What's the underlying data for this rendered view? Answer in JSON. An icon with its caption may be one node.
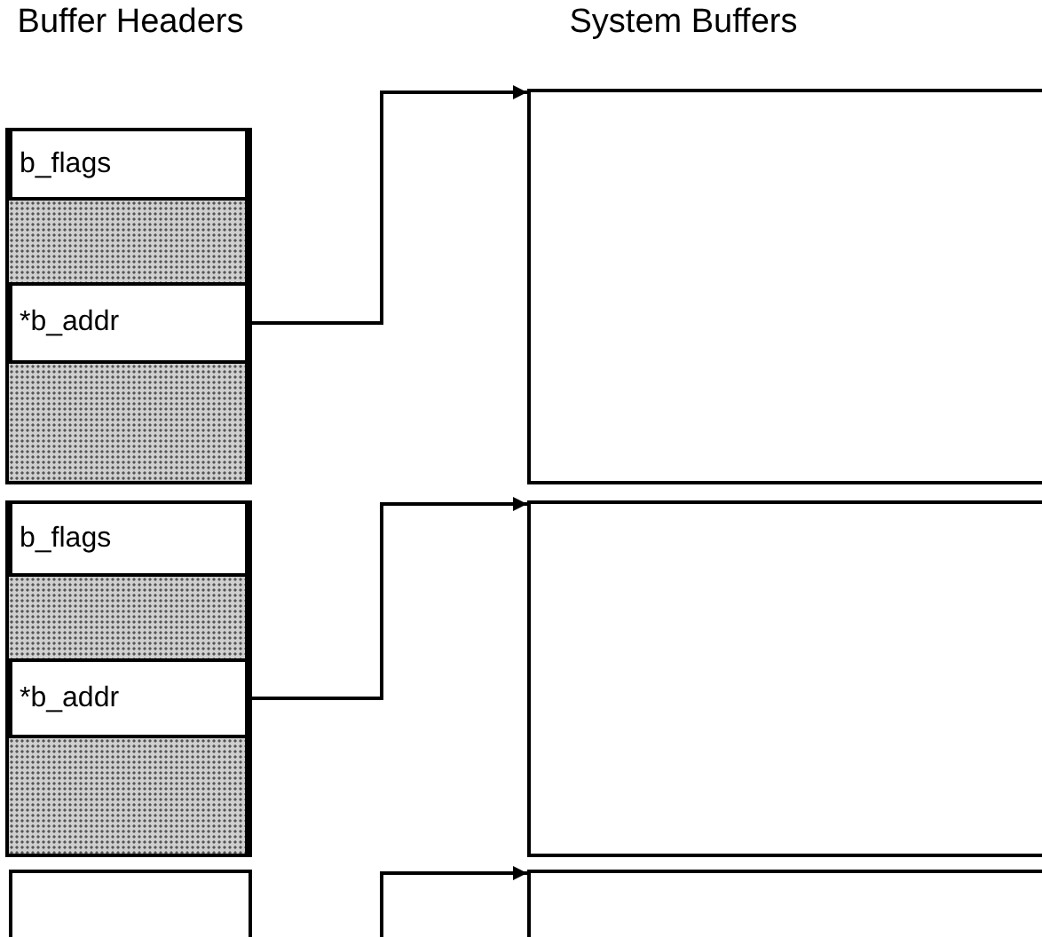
{
  "diagram": {
    "nodes": [
      {
        "text": [],
        "shape": "box"
      },
      {
        "text": [
          "b_flags"
        ],
        "in": 0
      },
      {
        "text": [],
        "shape": "box",
        "in": 0
      },
      {
        "text": [
          "*b_addr"
        ],
        "in": 0
      },
      {
        "text": [],
        "shape": "box",
        "in": 0
      },
      {
        "text": [],
        "shape": "box"
      },
      {
        "text": [
          "b_flags"
        ],
        "in": 5
      },
      {
        "text": [],
        "shape": "box",
        "in": 5
      },
      {
        "text": [
          "*b_addr"
        ],
        "in": 5
      },
      {
        "text": [],
        "shape": "box",
        "in": 5
      },
      {
        "text": [],
        "shape": "box"
      },
      {
        "text": [],
        "shape": "box"
      },
      {
        "text": [],
        "shape": "box"
      },
      {
        "text": [],
        "shape": "box"
      }
    ],
    "edges": [
      {
        "from": 3,
        "to": 11,
        "arrow": "to"
      },
      {
        "from": 8,
        "to": 12,
        "arrow": "to"
      },
      {
        "from": null,
        "to": 13,
        "arrow": "to"
      }
    ],
    "labels": [
      "Buffer Headers",
      "System Buffers"
    ]
  }
}
